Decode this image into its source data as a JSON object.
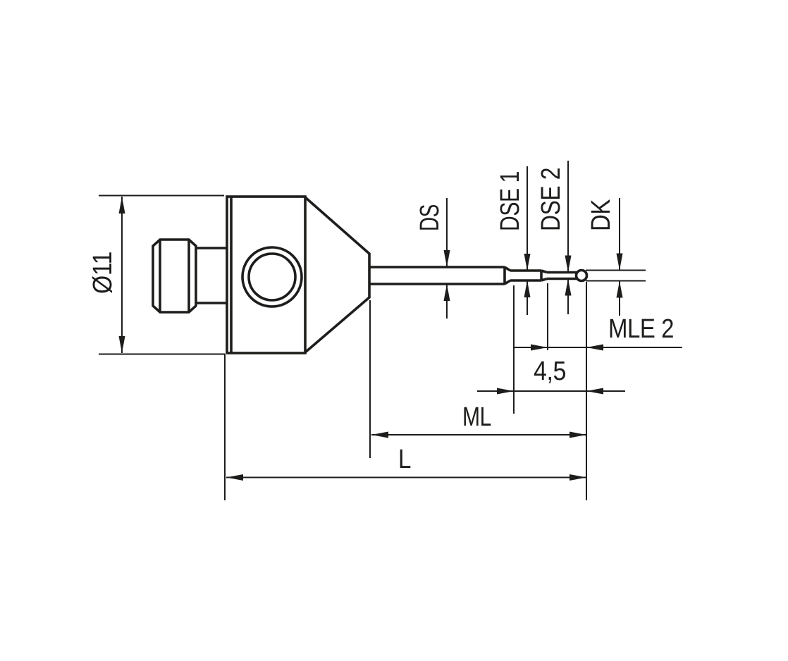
{
  "drawing": {
    "type": "technical-dimension-drawing",
    "subject": "stylus-probe-side-view",
    "colors": {
      "line": "#1d1d1b",
      "background": "#ffffff"
    },
    "labels": {
      "shank_diameter": "Ø11",
      "shaft_diameter": "DS",
      "stem_diameter_1": "DSE 1",
      "stem_diameter_2": "DSE 2",
      "ball_diameter": "DK",
      "tip_extension_length": "MLE 2",
      "stem_length": "4,5",
      "measuring_length": "ML",
      "overall_length": "L"
    }
  }
}
